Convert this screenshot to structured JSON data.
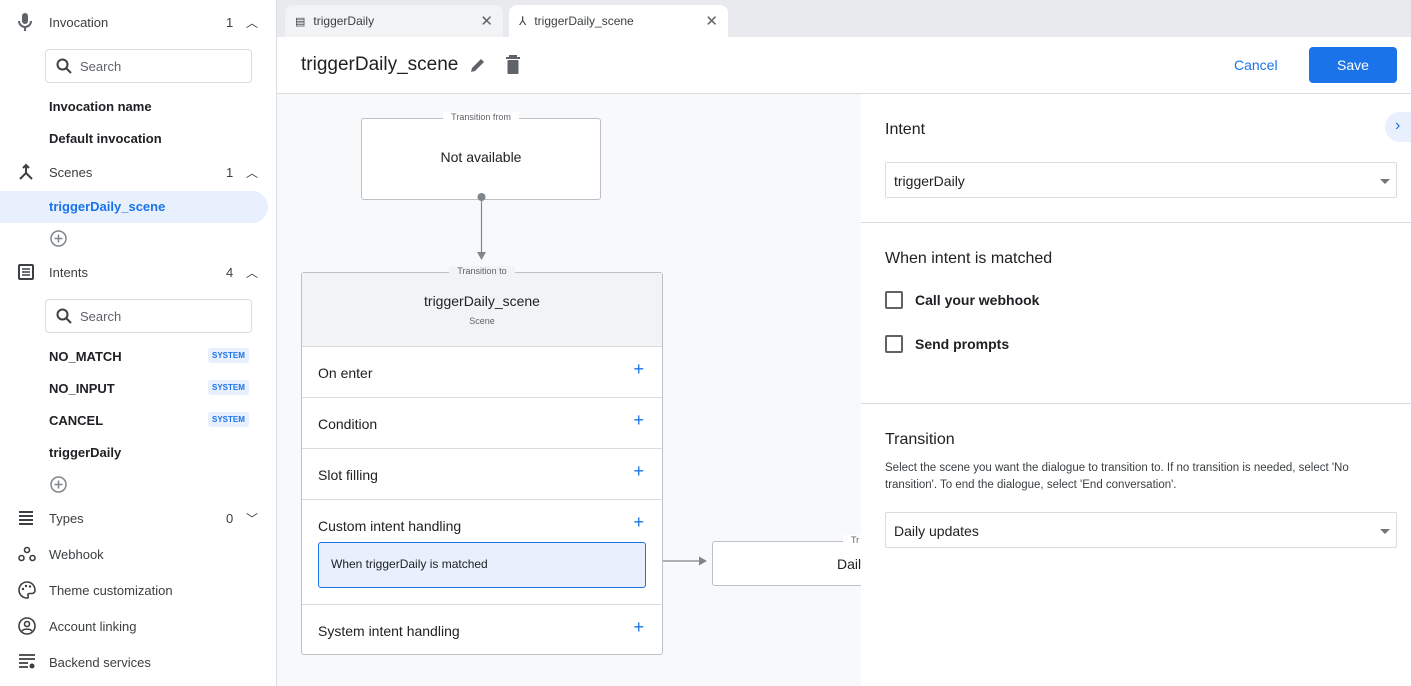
{
  "sidebar": {
    "invocation": {
      "label": "Invocation",
      "count": "1",
      "search_placeholder": "Search",
      "items": [
        "Invocation name",
        "Default invocation"
      ]
    },
    "scenes": {
      "label": "Scenes",
      "count": "1",
      "items": [
        "triggerDaily_scene"
      ]
    },
    "intents": {
      "label": "Intents",
      "count": "4",
      "search_placeholder": "Search",
      "items": [
        {
          "label": "NO_MATCH",
          "badge": "SYSTEM"
        },
        {
          "label": "NO_INPUT",
          "badge": "SYSTEM"
        },
        {
          "label": "CANCEL",
          "badge": "SYSTEM"
        },
        {
          "label": "triggerDaily"
        }
      ]
    },
    "types": {
      "label": "Types",
      "count": "0"
    },
    "nav": [
      "Webhook",
      "Theme customization",
      "Account linking",
      "Backend services"
    ]
  },
  "tabs": [
    {
      "label": "triggerDaily",
      "icon": "intent-icon"
    },
    {
      "label": "triggerDaily_scene",
      "icon": "scene-icon",
      "active": true
    }
  ],
  "header": {
    "title": "triggerDaily_scene",
    "cancel": "Cancel",
    "save": "Save"
  },
  "canvas": {
    "from": {
      "legend": "Transition from",
      "text": "Not available"
    },
    "scene": {
      "legend": "Transition to",
      "name": "triggerDaily_scene",
      "sub": "Scene",
      "rows": [
        "On enter",
        "Condition",
        "Slot filling",
        "Custom intent handling",
        "System intent handling"
      ],
      "matched": "When triggerDaily is matched"
    },
    "target": {
      "legend": "Tr",
      "text": "Dail"
    }
  },
  "panel": {
    "intent": {
      "title": "Intent",
      "value": "triggerDaily"
    },
    "matched": {
      "title": "When intent is matched",
      "options": [
        {
          "label": "Call your webhook",
          "checked": false
        },
        {
          "label": "Send prompts",
          "checked": false
        }
      ]
    },
    "transition": {
      "title": "Transition",
      "desc": "Select the scene you want the dialogue to transition to. If no transition is needed, select 'No transition'. To end the dialogue, select 'End conversation'.",
      "value": "Daily updates"
    }
  },
  "colors": {
    "accent": "#1a73e8",
    "active_bg": "#e8f0fe"
  }
}
